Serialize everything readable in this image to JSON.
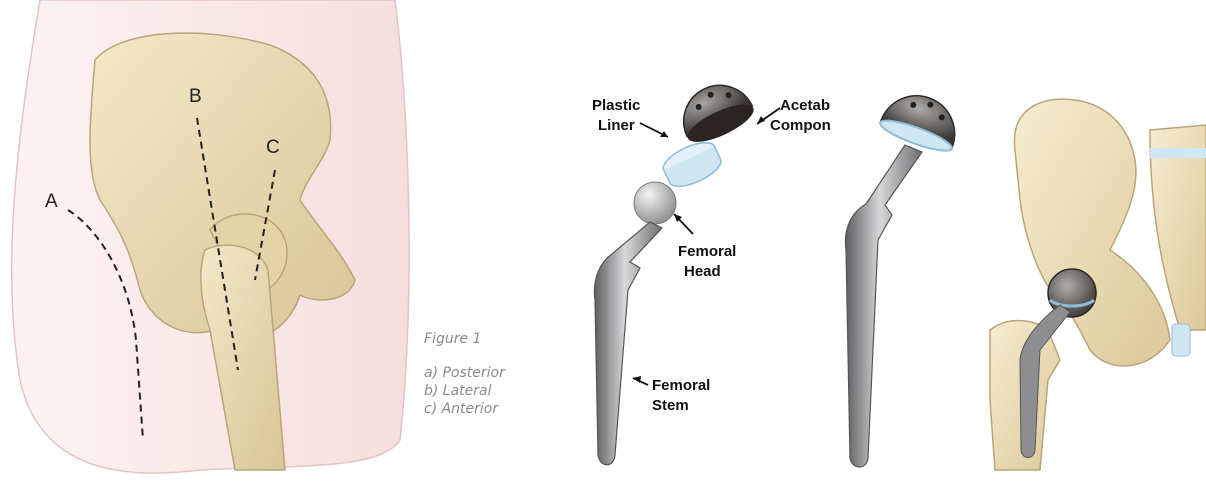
{
  "left_diagram": {
    "approach_labels": [
      "A",
      "B",
      "C"
    ]
  },
  "caption": {
    "figure_label": "Figure 1",
    "items": [
      "a) Posterior",
      "b) Lateral",
      "c) Anterior"
    ]
  },
  "implant_labels": {
    "plastic_liner": [
      "Plastic",
      "Liner"
    ],
    "acetabular_component": [
      "Acetabular",
      "Component"
    ],
    "femoral_head": [
      "Femoral",
      "Head"
    ],
    "femoral_stem": [
      "Femoral",
      "Stem"
    ]
  },
  "colors": {
    "bone": "#e9dcb8",
    "bone_shadow": "#cbb889",
    "skin": "#fae9e9",
    "metal": "#9a9a9c",
    "liner": "#cfe6f3"
  }
}
